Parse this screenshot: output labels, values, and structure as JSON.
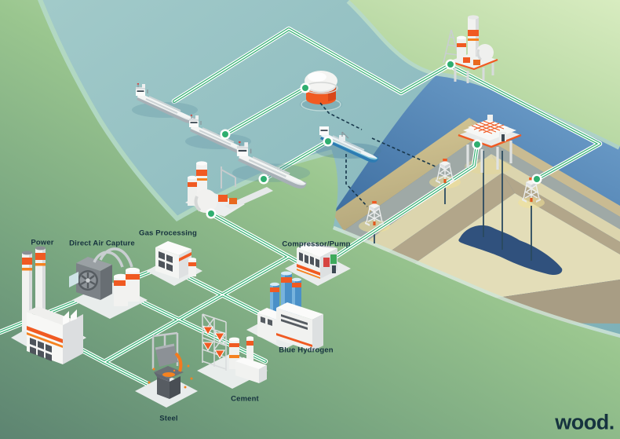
{
  "diagram": {
    "labels": {
      "power": "Power",
      "direct_air_capture": "Direct Air Capture",
      "gas_processing": "Gas Processing",
      "compressor_pump": "Compressor/Pump",
      "blue_hydrogen": "Blue Hydrogen",
      "cement": "Cement",
      "steel": "Steel"
    },
    "logo": {
      "text": "wood."
    },
    "colors": {
      "pipeline_green": "#2fae6f",
      "accent_orange": "#f05a22",
      "label_text": "#16323e",
      "sea_teal": "#8fbdc1",
      "deep_water_blue": "#3c6ca3",
      "reservoir_navy": "#30517d",
      "land_green_dark": "#5d8471",
      "land_green_light": "#cde6b6"
    }
  }
}
